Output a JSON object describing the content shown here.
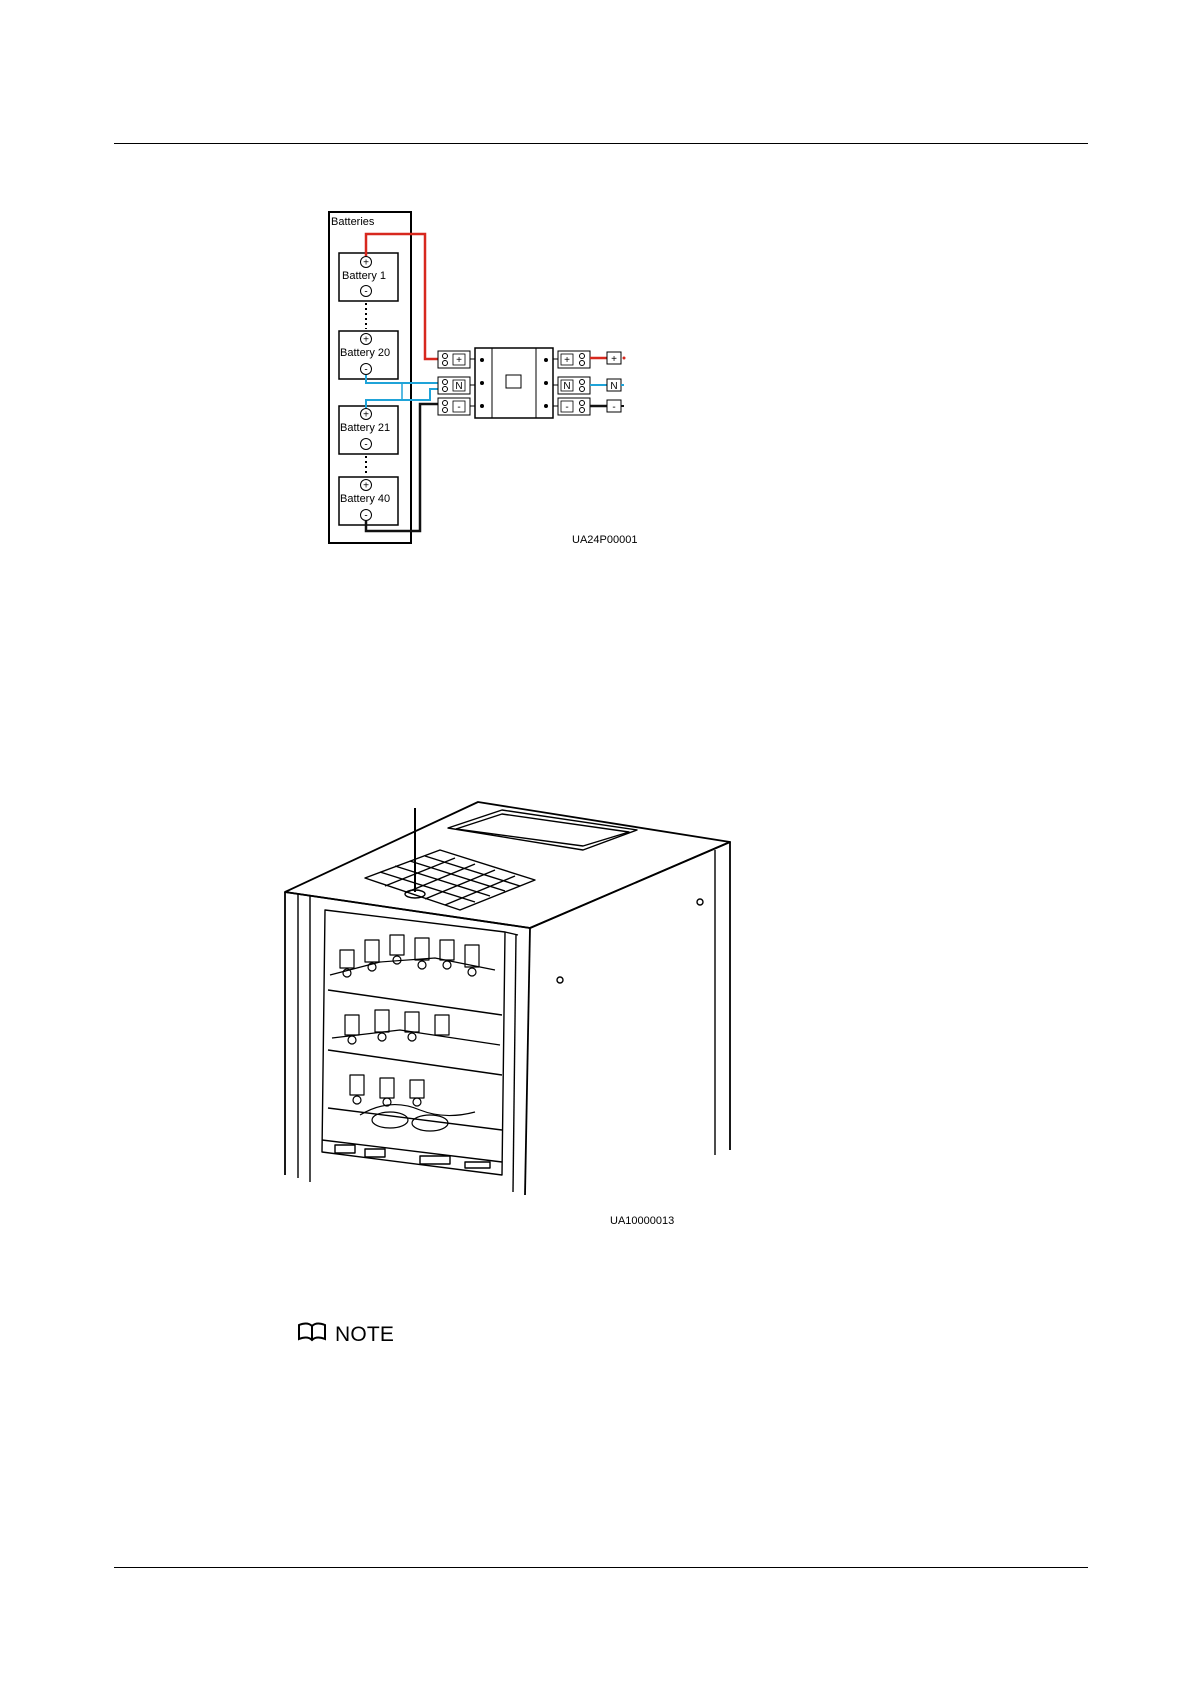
{
  "wiring_diagram": {
    "group_label": "Batteries",
    "batteries": [
      "Battery 1",
      "Battery 20",
      "Battery 21",
      "Battery 40"
    ],
    "plus_symbol": "+",
    "minus_symbol": "-",
    "neutral_symbol": "N",
    "figure_id": "UA24P00001",
    "colors": {
      "positive": "#d7281e",
      "neutral": "#1fa3d8",
      "negative": "#111111"
    }
  },
  "cabinet_figure": {
    "figure_id": "UA10000013"
  },
  "note": {
    "icon": "book-icon",
    "label": "NOTE"
  }
}
